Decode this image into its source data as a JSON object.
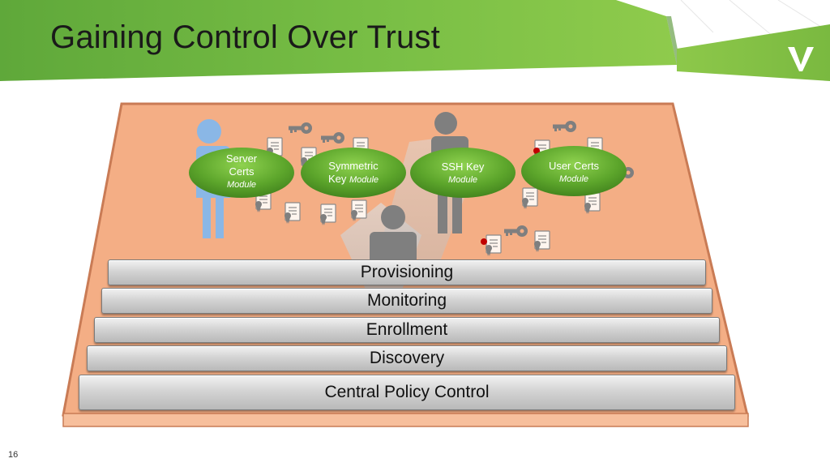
{
  "slide": {
    "title": "Gaining Control Over Trust",
    "page_number": "16"
  },
  "colors": {
    "header_green_dark": "#6db33f",
    "header_green_light": "#9ccf4a",
    "platform_fill": "#f4ae85",
    "module_green": "#5fa52e",
    "person_blue": "#8ab7e6",
    "person_gray": "#7f7f7f",
    "accent_red": "#c00000"
  },
  "modules": [
    {
      "line1": "Server",
      "line2": "Certs",
      "sub": "Module"
    },
    {
      "line1": "Symmetric",
      "line2": "Key",
      "sub": "Module"
    },
    {
      "line1": "SSH Key",
      "line2": "",
      "sub": "Module"
    },
    {
      "line1": "User Certs",
      "line2": "",
      "sub": "Module"
    }
  ],
  "layers": [
    {
      "label": "Provisioning"
    },
    {
      "label": "Monitoring"
    },
    {
      "label": "Enrollment"
    },
    {
      "label": "Discovery"
    },
    {
      "label": "Central Policy Control"
    }
  ],
  "icons": [
    "person-icon",
    "key-icon",
    "certificate-icon",
    "logo-v-icon"
  ]
}
